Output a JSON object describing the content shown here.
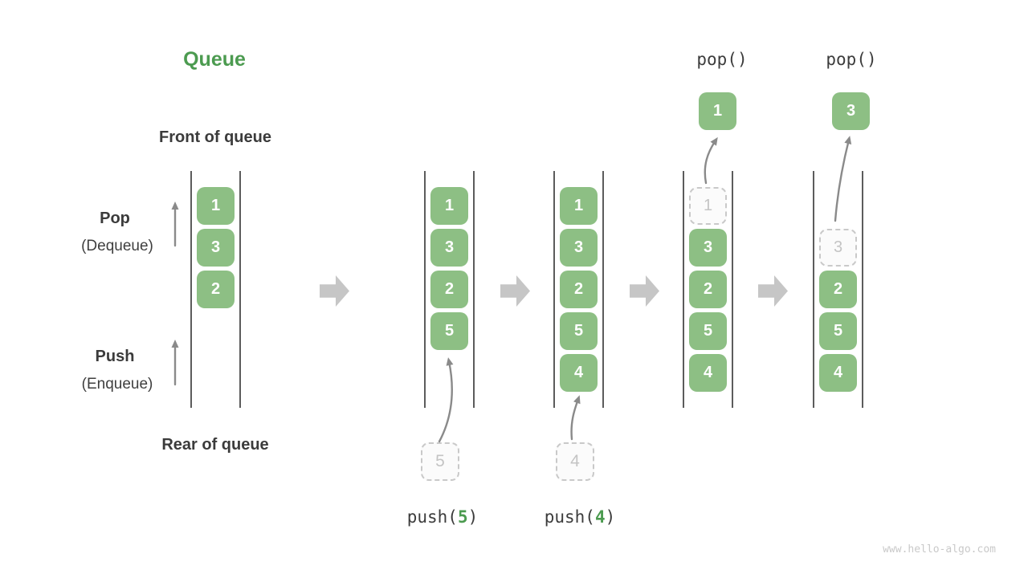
{
  "title": "Queue",
  "watermark": "www.hello-algo.com",
  "colors": {
    "box_green": "#8dbf84",
    "accent_green": "#4c9b50",
    "text_dark": "#3b3b3b",
    "arrow_gray": "#8a8a8a",
    "block_arrow_gray": "#c6c6c6",
    "dashed_gray": "#c9c9c9"
  },
  "side_labels": {
    "front": "Front of queue",
    "rear": "Rear of queue",
    "pop_title": "Pop",
    "pop_subtitle": "(Dequeue)",
    "push_title": "Push",
    "push_subtitle": "(Enqueue)"
  },
  "queues": [
    {
      "cells": [
        "1",
        "3",
        "2"
      ]
    },
    {
      "cells": [
        "1",
        "3",
        "2",
        "5"
      ]
    },
    {
      "cells": [
        "1",
        "3",
        "2",
        "5",
        "4"
      ]
    },
    {
      "cells": [
        "1",
        "3",
        "2",
        "5",
        "4"
      ]
    },
    {
      "cells": [
        "3",
        "2",
        "5",
        "4"
      ]
    }
  ],
  "pushes": [
    {
      "prefix": "push(",
      "arg": "5",
      "suffix": ")",
      "staged": "5"
    },
    {
      "prefix": "push(",
      "arg": "4",
      "suffix": ")",
      "staged": "4"
    }
  ],
  "pops": [
    {
      "label": "pop()",
      "value": "1"
    },
    {
      "label": "pop()",
      "value": "3"
    }
  ]
}
